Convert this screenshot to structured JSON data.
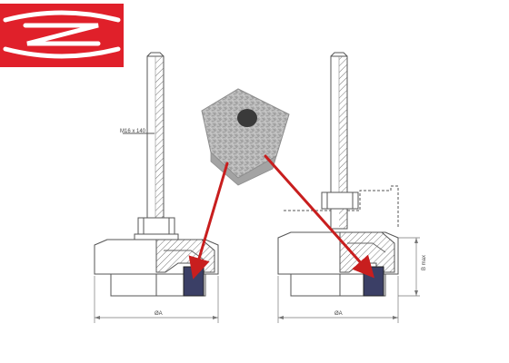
{
  "logo": {
    "name": "brand-logo",
    "colors": {
      "red": "#e0202a",
      "white": "#ffffff"
    }
  },
  "left_mount": {
    "thread_label": "M16 x 140",
    "base_dimension_label": "ØA"
  },
  "right_mount": {
    "height_dimension_label": "B max",
    "base_dimension_label": "ØA"
  },
  "felt_sample": {
    "name": "felt-pad-sample",
    "color": "#b9b9b9"
  },
  "colors": {
    "line": "#555555",
    "hatch": "#666666",
    "pad": "#3b3f66",
    "pointer": "#c81e1e"
  }
}
